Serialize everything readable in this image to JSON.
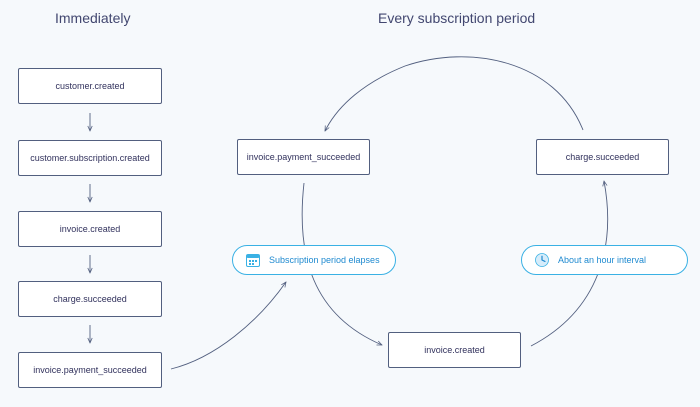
{
  "headings": {
    "immediately": "Immediately",
    "every_period": "Every subscription period"
  },
  "immediate_events": [
    "customer.created",
    "customer.subscription.created",
    "invoice.created",
    "charge.succeeded",
    "invoice.payment_succeeded"
  ],
  "cycle_events": {
    "payment_succeeded": "invoice.payment_succeeded",
    "charge_succeeded": "charge.succeeded",
    "invoice_created": "invoice.created"
  },
  "pills": {
    "period_elapses": "Subscription period elapses",
    "hour_interval": "About an hour interval"
  },
  "icons": {
    "period_elapses": "calendar-icon",
    "hour_interval": "clock-icon"
  },
  "colors": {
    "background": "#f6f9fc",
    "box_border": "#525f7f",
    "arrow": "#525f7f",
    "pill_accent": "#3ab1e4",
    "pill_text": "#1f8ad0"
  }
}
